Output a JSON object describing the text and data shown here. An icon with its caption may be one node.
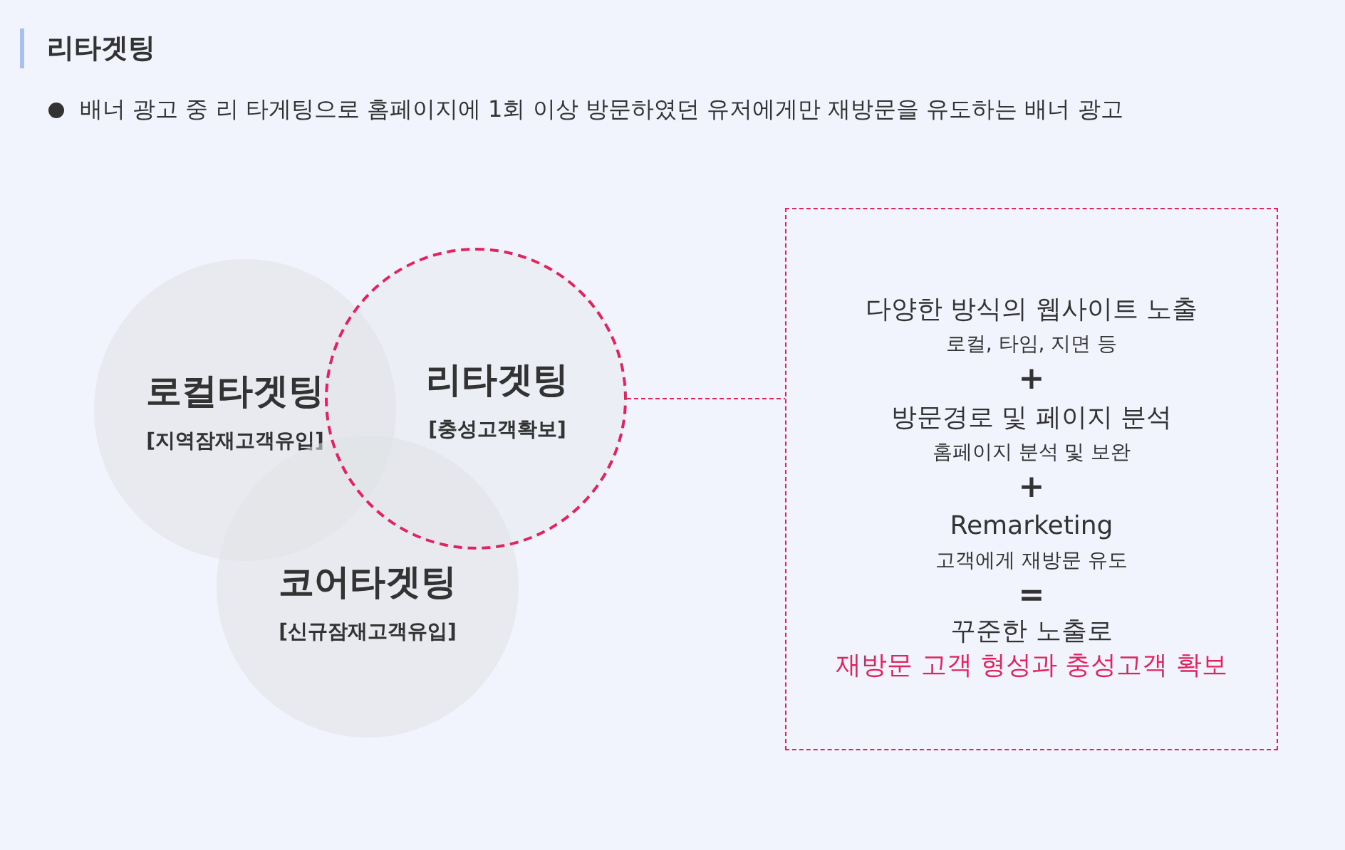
{
  "diagram": {
    "title": "리타겟팅",
    "nodes": [
      {
        "text": [
          "로컬타겟팅",
          "[지역잠재고객유입]"
        ]
      },
      {
        "text": [
          "리타겟팅",
          "[충성고객확보]"
        ]
      },
      {
        "text": [
          "코어타겟팅",
          "[신규잠재고객유입]"
        ]
      },
      {
        "text": [
          "다양한 방식의 웹사이트 노출",
          "로컬, 타임, 지면 등",
          "+",
          "방문경로 및 페이지 분석",
          "홈페이지 분석 및 보완",
          "+",
          "Remarketing",
          "고객에게 재방문 유도",
          "=",
          "꾸준한 노출로",
          "재방문 고객 형성과 충성고객 확보"
        ]
      }
    ],
    "edges": [
      {
        "from": 1,
        "to": 3,
        "arrow": "none",
        "style": "dashed"
      }
    ],
    "labels": [
      "배너 광고 중 리 타게팅으로 홈페이지에 1회 이상 방문하였던 유저에게만 재방문을 유도하는 배너 광고"
    ]
  }
}
